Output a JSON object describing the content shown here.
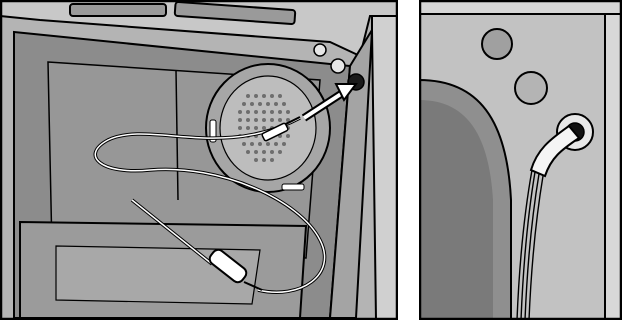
{
  "illustration": {
    "left_panel": {
      "subject": "oven-interior-probe-inserted-into-wall-socket",
      "palette": {
        "cavity": "#8c8c8c",
        "cavity_dark": "#6e6e6e",
        "frame": "#b4b4b4",
        "frame_light": "#d0d0d0",
        "outline": "#000000",
        "fan_cover": "#a6a6a6",
        "highlight": "#ffffff"
      },
      "icons": [
        "oven-cavity",
        "convection-fan-cover",
        "meat-probe",
        "probe-cable",
        "probe-socket",
        "insertion-arrow"
      ]
    },
    "right_panel": {
      "subject": "close-up-probe-plugged-into-socket",
      "palette": {
        "wall": "#c2c2c2",
        "cavity": "#8f8f8f",
        "button": "#a0a0a0",
        "socket_ring": "#e8e8e8",
        "outline": "#000000"
      },
      "icons": [
        "side-wall",
        "control-knob-dots",
        "probe-socket-closeup",
        "probe-plug",
        "probe-cable"
      ]
    }
  }
}
